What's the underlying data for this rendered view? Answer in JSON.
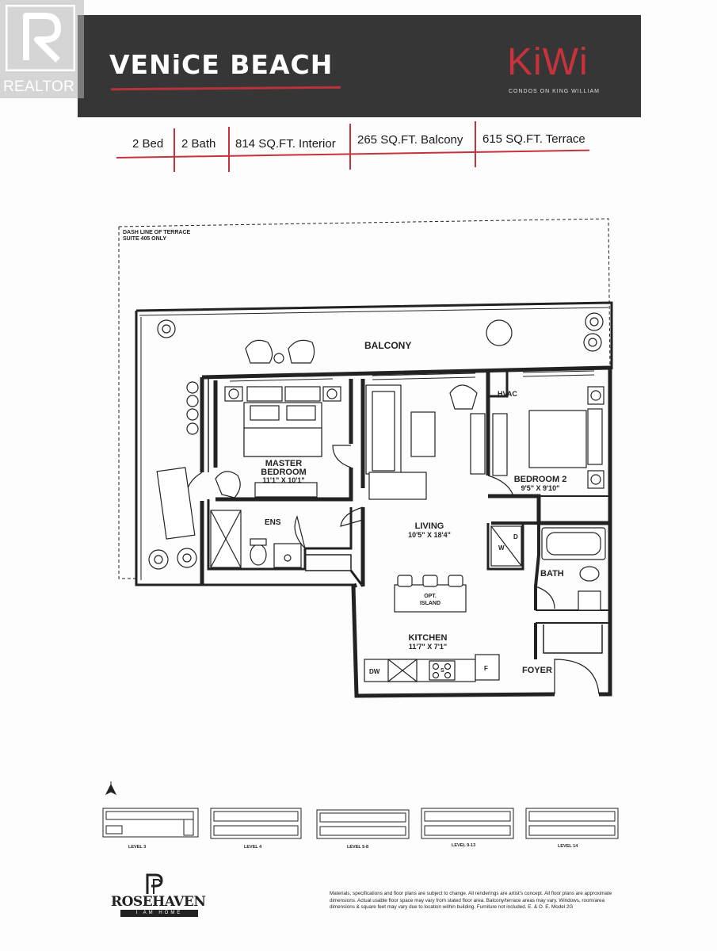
{
  "header": {
    "suite_name": "VENiCE BEACH",
    "brand_name": "KiWi",
    "brand_tagline": "CONDOS ON KING WILLIAM",
    "watermark": "REALTOR"
  },
  "specs": [
    {
      "label": "2 Bed"
    },
    {
      "label": "2 Bath"
    },
    {
      "label": "814 SQ.FT. Interior"
    },
    {
      "label": "265 SQ.FT. Balcony"
    },
    {
      "label": "615 SQ.FT. Terrace"
    }
  ],
  "plan": {
    "terrace_note_line1": "DASH LINE OF TERRACE",
    "terrace_note_line2": "SUITE 405 ONLY",
    "balcony": "BALCONY",
    "master_line1": "MASTER",
    "master_line2": "BEDROOM",
    "master_dims": "11'1\" X 10'1\"",
    "bedroom2": "BEDROOM 2",
    "bedroom2_dims": "9'5\" X 9'10\"",
    "hvac": "HVAC",
    "ens": "ENS",
    "living": "LIVING",
    "living_dims": "10'5\" X 18'4\"",
    "island_line1": "OPT.",
    "island_line2": "ISLAND",
    "kitchen": "KITCHEN",
    "kitchen_dims": "11'7\" X 7'1\"",
    "bath": "BATH",
    "foyer": "FOYER",
    "dw": "DW",
    "fridge": "F",
    "sink": "S",
    "washer_d": "D",
    "washer_w": "W"
  },
  "keyplans": [
    {
      "label": "LEVEL 3"
    },
    {
      "label": "LEVEL 4"
    },
    {
      "label": "LEVEL 5-8"
    },
    {
      "label": "LEVEL 9-13"
    },
    {
      "label": "LEVEL 14"
    }
  ],
  "footer": {
    "builder": "ROSEHAVEN",
    "builder_tagline": "I AM HOME",
    "disclaimer": "Materials, specifications and floor plans are subject to change. All renderings are artist's concept. All floor plans are approximate dimensions. Actual usable floor space may vary from stated floor area. Balcony/terrace areas may vary. Windows, room/area dimensions & square feet may vary due to location within building. Furniture not included. E. & O. E. Model 2G"
  }
}
